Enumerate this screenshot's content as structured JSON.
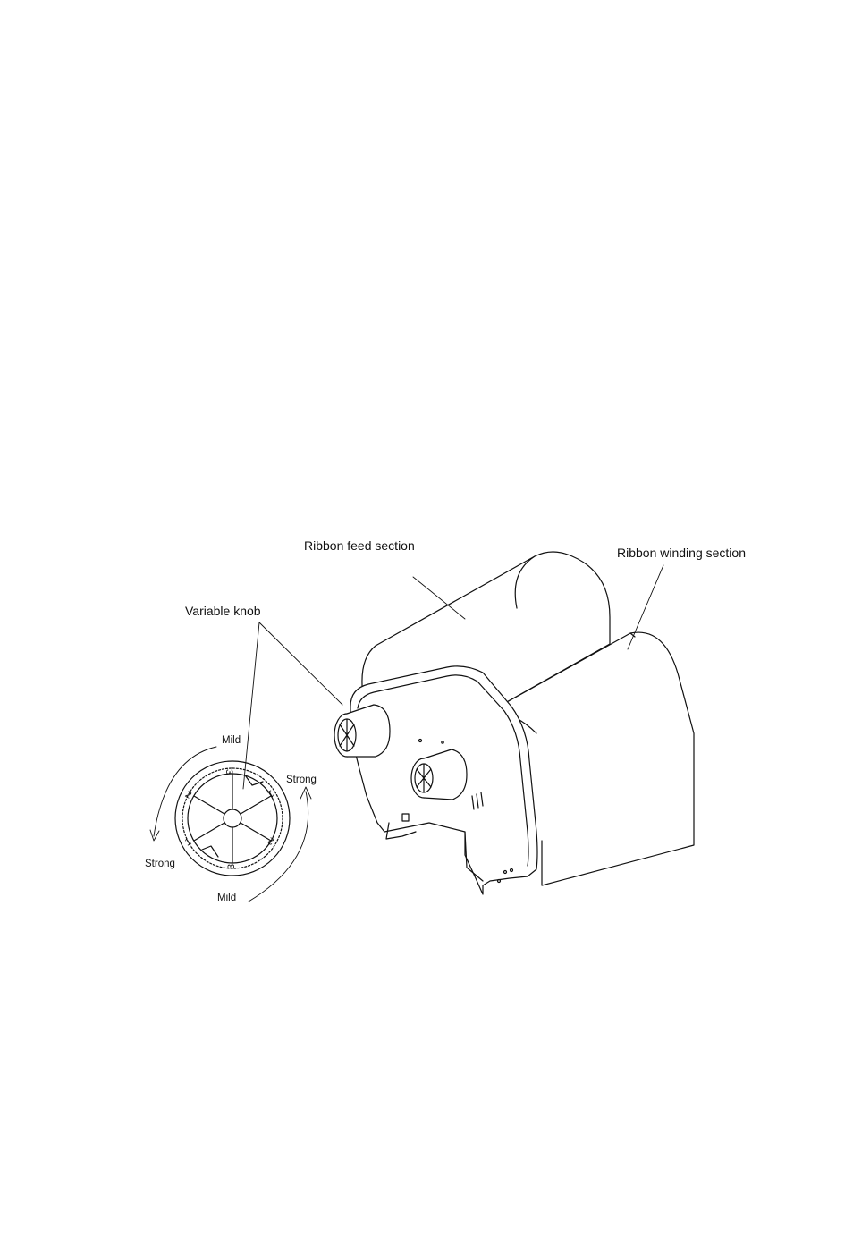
{
  "labels": {
    "ribbon_feed_section": "Ribbon feed section",
    "ribbon_winding_section": "Ribbon winding section",
    "variable_knob": "Variable knob",
    "mild_top": "Mild",
    "mild_bottom": "Mild",
    "strong_right": "Strong",
    "strong_left": "Strong"
  },
  "dial_numbers": {
    "top": "3",
    "upper_left": "2",
    "left": "1",
    "bottom": "3",
    "lower_right": "2",
    "right": "1"
  },
  "colors": {
    "line": "#111111",
    "background": "#ffffff"
  }
}
